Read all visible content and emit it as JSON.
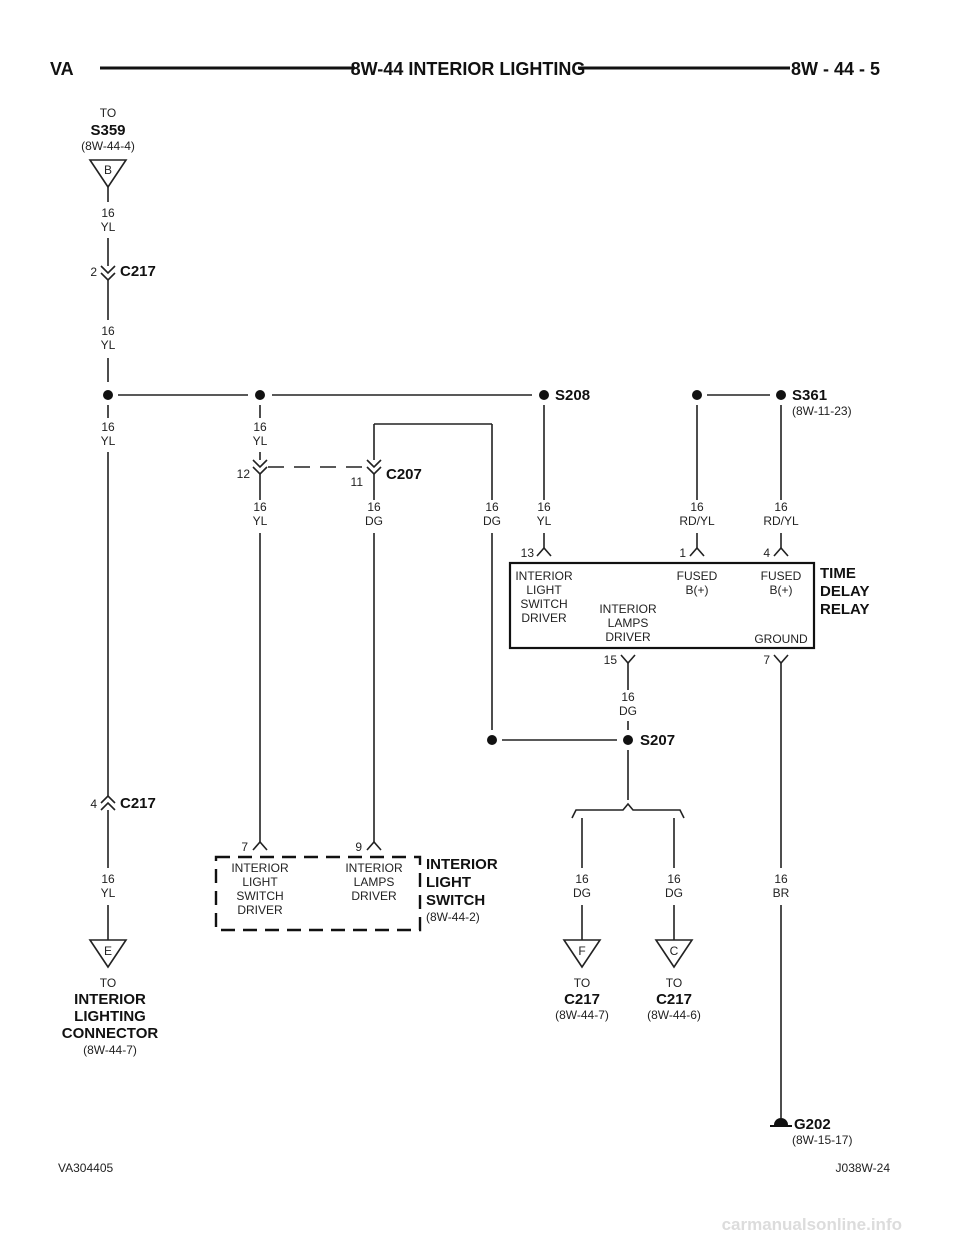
{
  "header": {
    "left": "VA",
    "title": "8W-44 INTERIOR LIGHTING",
    "right": "8W - 44 - 5"
  },
  "s359": {
    "to": "TO",
    "name": "S359",
    "ref": "(8W-44-4)",
    "letter": "B"
  },
  "w_yl_1": {
    "gauge": "16",
    "color": "YL"
  },
  "c217_top": {
    "pin": "2",
    "name": "C217"
  },
  "w_yl_2": {
    "gauge": "16",
    "color": "YL"
  },
  "w_yl_3": {
    "gauge": "16",
    "color": "YL"
  },
  "w_yl_4": {
    "gauge": "16",
    "color": "YL"
  },
  "s208": {
    "name": "S208"
  },
  "s361": {
    "name": "S361",
    "ref": "(8W-11-23)"
  },
  "c207": {
    "pin_left": "12",
    "pin_right": "11",
    "name": "C207"
  },
  "w_yl_5": {
    "gauge": "16",
    "color": "YL"
  },
  "w_dg_1": {
    "gauge": "16",
    "color": "DG"
  },
  "w_dg_2": {
    "gauge": "16",
    "color": "DG"
  },
  "w_yl_6": {
    "gauge": "16",
    "color": "YL"
  },
  "w_rdyl_1": {
    "gauge": "16",
    "color": "RD/YL"
  },
  "w_rdyl_2": {
    "gauge": "16",
    "color": "RD/YL"
  },
  "relay": {
    "title": [
      "TIME",
      "DELAY",
      "RELAY"
    ],
    "pin13": "13",
    "pin1": "1",
    "pin4": "4",
    "pin15": "15",
    "pin7": "7",
    "ilsd": [
      "INTERIOR",
      "LIGHT",
      "SWITCH",
      "DRIVER"
    ],
    "fused1": [
      "FUSED",
      "B(+)"
    ],
    "fused2": [
      "FUSED",
      "B(+)"
    ],
    "ild": [
      "INTERIOR",
      "LAMPS",
      "DRIVER"
    ],
    "ground": "GROUND"
  },
  "w_dg_3": {
    "gauge": "16",
    "color": "DG"
  },
  "s207": {
    "name": "S207"
  },
  "c217_mid": {
    "pin": "4",
    "name": "C217"
  },
  "w_yl_7": {
    "gauge": "16",
    "color": "YL"
  },
  "switch": {
    "pin7": "7",
    "pin9": "9",
    "d1": [
      "INTERIOR",
      "LIGHT",
      "SWITCH",
      "DRIVER"
    ],
    "d2": [
      "INTERIOR",
      "LAMPS",
      "DRIVER"
    ],
    "title": [
      "INTERIOR",
      "LIGHT",
      "SWITCH"
    ],
    "ref": "(8W-44-2)"
  },
  "w_dg_4": {
    "gauge": "16",
    "color": "DG"
  },
  "w_dg_5": {
    "gauge": "16",
    "color": "DG"
  },
  "w_br": {
    "gauge": "16",
    "color": "BR"
  },
  "conn_e": {
    "letter": "E",
    "to": "TO",
    "name": [
      "INTERIOR",
      "LIGHTING",
      "CONNECTOR"
    ],
    "ref": "(8W-44-7)"
  },
  "conn_f": {
    "letter": "F",
    "to": "TO",
    "name": "C217",
    "ref": "(8W-44-7)"
  },
  "conn_c": {
    "letter": "C",
    "to": "TO",
    "name": "C217",
    "ref": "(8W-44-6)"
  },
  "g202": {
    "name": "G202",
    "ref": "(8W-15-17)"
  },
  "footer": {
    "left": "VA304405",
    "right": "J038W-24"
  },
  "watermark": "carmanualsonline.info"
}
